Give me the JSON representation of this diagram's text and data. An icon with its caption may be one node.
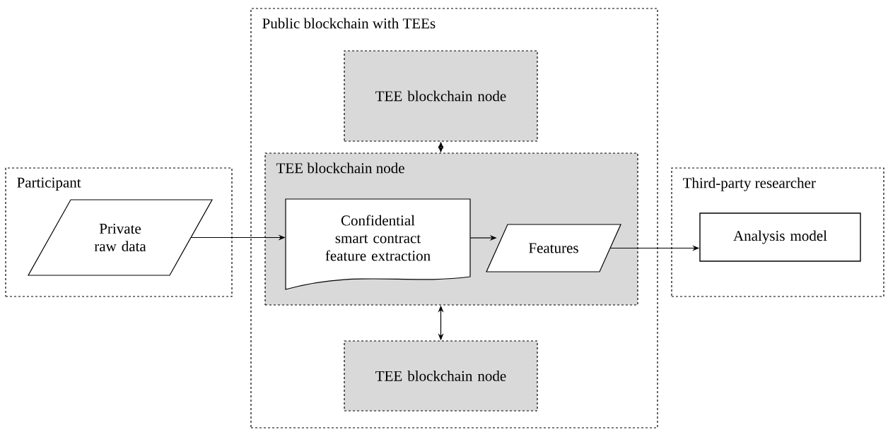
{
  "diagram": {
    "nodes": [
      {
        "text": [
          "Participant"
        ]
      },
      {
        "text": [
          "Private raw data"
        ],
        "in": 0
      },
      {
        "text": [
          "Public blockchain with TEEs"
        ]
      },
      {
        "text": [
          "TEE blockchain node"
        ],
        "in": 2
      },
      {
        "text": [
          "TEE blockchain node"
        ],
        "in": 2
      },
      {
        "text": [
          "Confidential smart contract feature extraction"
        ],
        "in": 4
      },
      {
        "text": [
          "Features"
        ],
        "in": 4
      },
      {
        "text": [
          "TEE blockchain node"
        ],
        "in": 2
      },
      {
        "text": [
          "Third-party researcher"
        ]
      },
      {
        "text": [
          "Analysis model"
        ],
        "in": 8
      }
    ],
    "edges": [
      {
        "from": 1,
        "to": 5,
        "arrow": "to"
      },
      {
        "from": 5,
        "to": 6,
        "arrow": "to"
      },
      {
        "from": 6,
        "to": 9,
        "arrow": "to"
      },
      {
        "from": 3,
        "to": 4,
        "arrow": "both"
      },
      {
        "from": 4,
        "to": 7,
        "arrow": "both"
      }
    ]
  }
}
